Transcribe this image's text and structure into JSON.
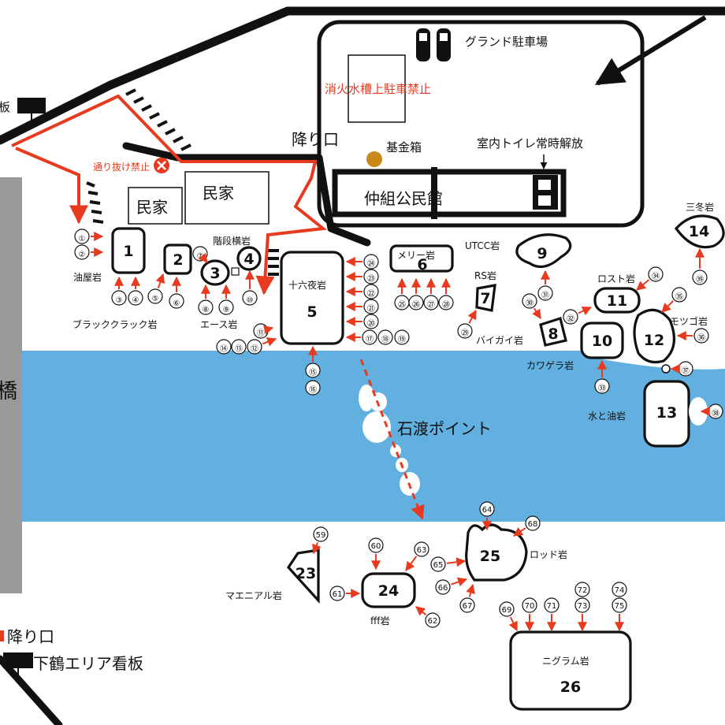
{
  "colors": {
    "river": "#62b0e0",
    "arrow": "#e83a1f",
    "bridge": "#999999",
    "road": "#111111",
    "box_marker": "#c98818"
  },
  "labels": {
    "grand_parking": "グランド駐車場",
    "no_parking": "消火水槽上駐車禁止",
    "fund_box": "基金箱",
    "toilet": "室内トイレ常時解放",
    "hall": "仲組公民館",
    "descent_top": "降り口",
    "minka_1": "民家",
    "minka_2": "民家",
    "no_through": "通り抜け禁止",
    "signboard_top": "板",
    "stone_crossing": "石渡ポイント",
    "descent_bottom": "降り口",
    "shimotsuru_sign": "下鶴エリア看板",
    "bridge_char": "橋"
  },
  "rocks": [
    {
      "number": "1",
      "name": "油屋岩"
    },
    {
      "number": "2",
      "name": ""
    },
    {
      "number": "3",
      "name": "エース岩"
    },
    {
      "number": "4",
      "name": "階段横岩"
    },
    {
      "number": "5",
      "name": "十六夜岩"
    },
    {
      "number": "6",
      "name": "メリー岩"
    },
    {
      "number": "7",
      "name": "RS岩"
    },
    {
      "number": "8",
      "name": "バイガイ岩"
    },
    {
      "number": "9",
      "name": "UTCC岩"
    },
    {
      "number": "10",
      "name": "カワゲラ岩"
    },
    {
      "number": "11",
      "name": "ロスト岩"
    },
    {
      "number": "12",
      "name": "モツゴ岩"
    },
    {
      "number": "13",
      "name": "水と油岩"
    },
    {
      "number": "14",
      "name": "三冬岩"
    },
    {
      "number": "23",
      "name": "マエニアル岩"
    },
    {
      "number": "24",
      "name": "fff岩"
    },
    {
      "number": "25",
      "name": "ロッド岩"
    },
    {
      "number": "26",
      "name": "ニグラム岩"
    }
  ],
  "misc_labels": {
    "blackcrack": "ブラッククラック岩"
  },
  "route_numbers": [
    "①",
    "②",
    "③",
    "④",
    "⑤",
    "⑥",
    "⑦",
    "⑧",
    "⑨",
    "⑩",
    "⑪",
    "⑫",
    "⑬",
    "⑭",
    "⑮",
    "⑯",
    "⑰",
    "⑱",
    "⑲",
    "⑳",
    "㉑",
    "㉒",
    "㉓",
    "㉔",
    "㉕",
    "㉖",
    "㉗",
    "㉘",
    "㉙",
    "㉚",
    "㉛",
    "㉜",
    "㉝",
    "㉞",
    "㉟",
    "㊱",
    "㊲",
    "㊳",
    "㊴",
    "59",
    "60",
    "61",
    "62",
    "63",
    "64",
    "65",
    "66",
    "67",
    "68",
    "69",
    "70",
    "71",
    "72",
    "73",
    "74",
    "75"
  ]
}
